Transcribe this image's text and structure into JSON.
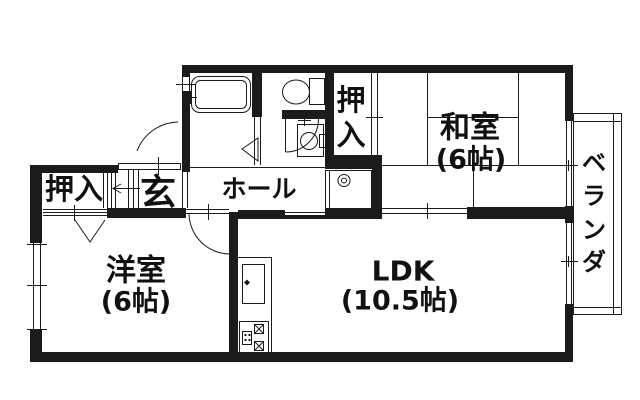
{
  "plan": {
    "title": "apartment-floor-plan",
    "rooms": {
      "washitsu": {
        "name": "和室",
        "size": "(6帖)"
      },
      "yoshitsu": {
        "name": "洋室",
        "size": "(6帖)"
      },
      "ldk": {
        "name": "LDK",
        "size": "(10.5帖)"
      },
      "hall": {
        "name": "ホール"
      },
      "genkan": {
        "name": "玄"
      },
      "closet_west": {
        "name": "押入"
      },
      "closet_north": {
        "chars": [
          "押",
          "入"
        ]
      },
      "veranda": {
        "chars": [
          "ベ",
          "ラ",
          "ン",
          "ダ"
        ]
      }
    },
    "colors": {
      "wall": "#1b1b1b",
      "line": "#1b1b1b",
      "background": "#ffffff"
    }
  }
}
